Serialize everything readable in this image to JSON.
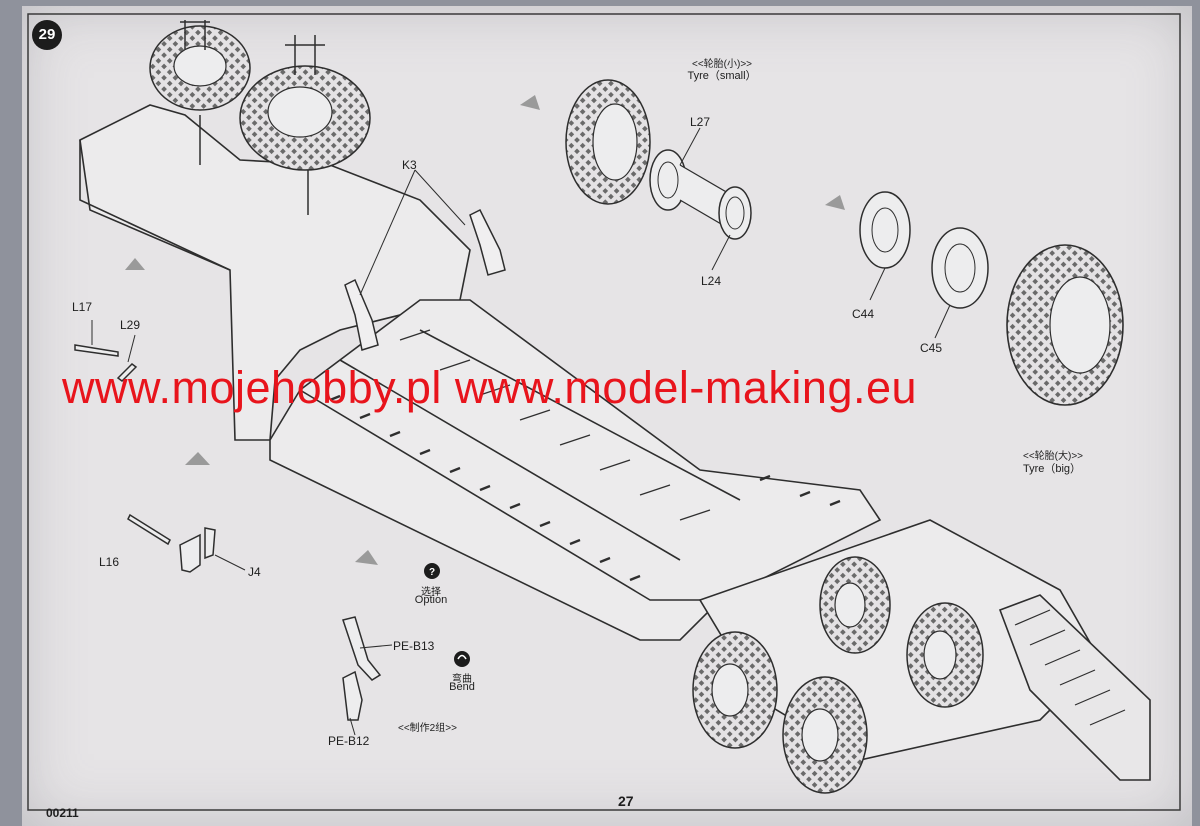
{
  "step": {
    "number": "29"
  },
  "labels": {
    "k3": "K3",
    "l27": "L27",
    "l24": "L24",
    "c44": "C44",
    "c45": "C45",
    "l17": "L17",
    "l29": "L29",
    "l16": "L16",
    "j4": "J4",
    "pe_b13": "PE-B13",
    "pe_b12": "PE-B12"
  },
  "tyre_small": {
    "cn": "<<轮胎(小)>>",
    "en": "Tyre（small）"
  },
  "tyre_big": {
    "cn": "<<轮胎(大)>>",
    "en": "Tyre（big）"
  },
  "option": {
    "cn": "选择",
    "en": "Option"
  },
  "bend": {
    "cn": "弯曲",
    "en": "Bend"
  },
  "make_two": "<<制作2组>>",
  "watermark": "www.mojehobby.pl www.model-making.eu",
  "footer": {
    "code": "00211",
    "page": "27"
  },
  "colors": {
    "watermark": "#e8141c",
    "paper": "#e6e4e6",
    "ink": "#2a2a2a"
  }
}
